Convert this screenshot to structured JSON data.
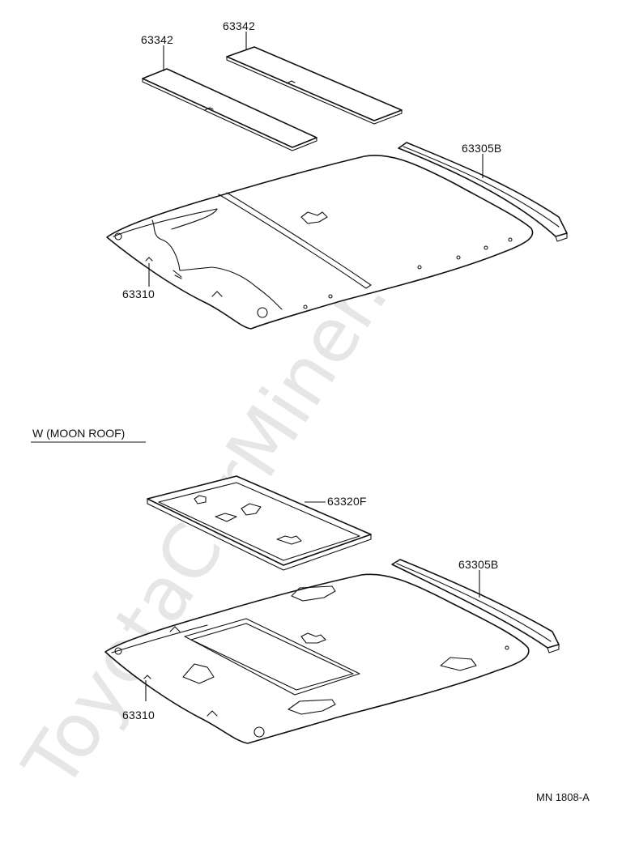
{
  "watermark": "ToyotaCarMiner.ru",
  "section_label": "W (MOON ROOF)",
  "diagram_code": "MN  1808-A",
  "top_group": {
    "labels": {
      "pad_left": "63342",
      "pad_right": "63342",
      "rail": "63305B",
      "headliner": "63310"
    }
  },
  "bottom_group": {
    "labels": {
      "sunshade": "63320F",
      "rail": "63305B",
      "headliner": "63310"
    }
  }
}
